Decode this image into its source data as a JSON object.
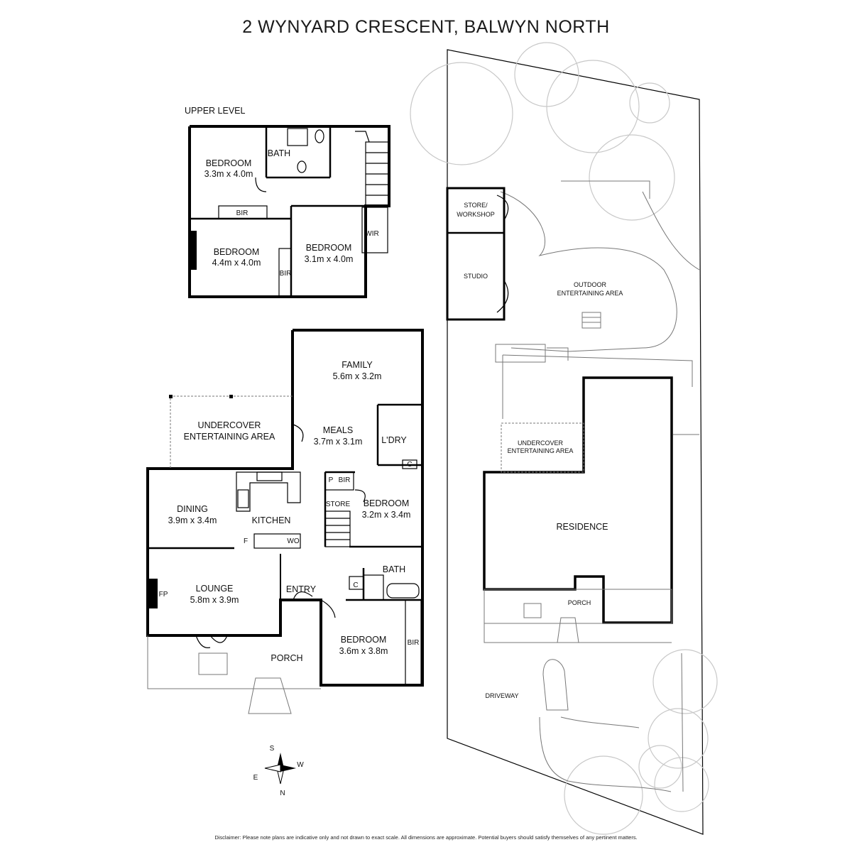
{
  "title": "2 WYNYARD CRESCENT, BALWYN NORTH",
  "upper_level": {
    "heading": "UPPER LEVEL",
    "rooms": [
      {
        "name": "BEDROOM",
        "size": "3.3m x 4.0m"
      },
      {
        "name": "BEDROOM",
        "size": "4.4m x 4.0m"
      },
      {
        "name": "BEDROOM",
        "size": "3.1m x 4.0m"
      }
    ],
    "labels": {
      "bath": "BATH",
      "bir": "BIR",
      "bir2": "BIR",
      "wir": "WIR"
    }
  },
  "ground_level": {
    "rooms": [
      {
        "name": "FAMILY",
        "size": "5.6m x 3.2m"
      },
      {
        "name": "MEALS",
        "size": "3.7m x 3.1m"
      },
      {
        "name": "DINING",
        "size": "3.9m x 3.4m"
      },
      {
        "name": "LOUNGE",
        "size": "5.8m x 3.9m"
      },
      {
        "name": "BEDROOM",
        "size": "3.2m x 3.4m"
      },
      {
        "name": "BEDROOM",
        "size": "3.6m x 3.8m"
      }
    ],
    "labels": {
      "undercover_1": "UNDERCOVER",
      "undercover_2": "ENTERTAINING AREA",
      "kitchen": "KITCHEN",
      "laundry": "L'DRY",
      "bath": "BATH",
      "entry": "ENTRY",
      "porch": "PORCH",
      "store": "STORE",
      "pantry": "P",
      "bir": "BIR",
      "bir2": "BIR",
      "fridge": "F",
      "wall_oven": "WO",
      "fireplace": "FP",
      "cupboard": "C",
      "cupboard2": "C"
    }
  },
  "site_plan": {
    "store_workshop_1": "STORE/",
    "store_workshop_2": "WORKSHOP",
    "studio": "STUDIO",
    "outdoor_1": "OUTDOOR",
    "outdoor_2": "ENTERTAINING AREA",
    "undercover_1": "UNDERCOVER",
    "undercover_2": "ENTERTAINING AREA",
    "residence": "RESIDENCE",
    "porch": "PORCH",
    "driveway": "DRIVEWAY"
  },
  "compass": {
    "s": "S",
    "w": "W",
    "e": "E",
    "n": "N"
  },
  "disclaimer": "Disclaimer: Please note plans are indicative only and not drawn to exact scale. All dimensions are approximate. Potential buyers should satisfy themselves of any pertinent matters."
}
